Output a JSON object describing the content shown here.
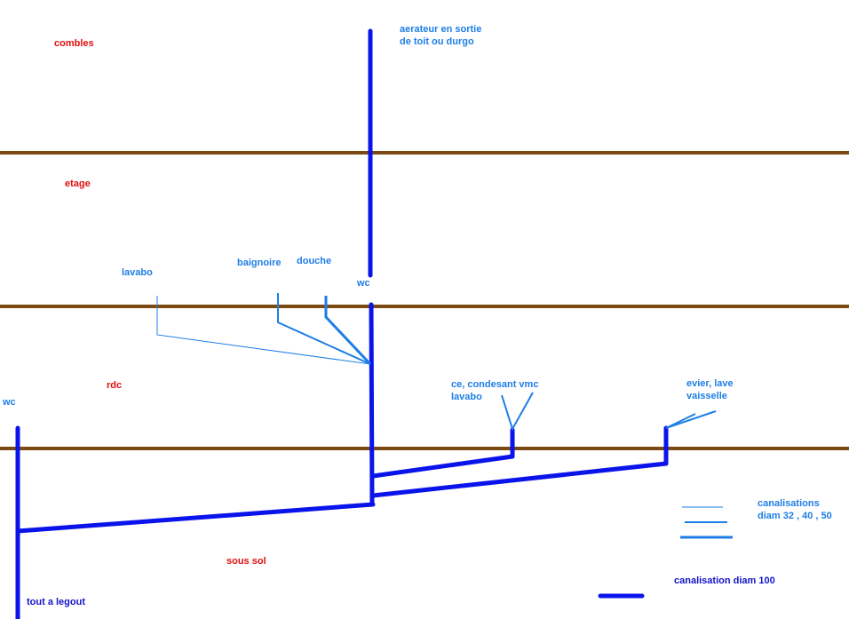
{
  "floors": {
    "combles": "combles",
    "etage": "etage",
    "rdc": "rdc",
    "sous_sol": "sous sol"
  },
  "fixtures": {
    "aerateur": [
      "aerateur en sortie",
      "de toit ou durgo"
    ],
    "lavabo": "lavabo",
    "baignoire": "baignoire",
    "douche": "douche",
    "wc_etage": "wc",
    "wc_rdc": "wc",
    "ce": [
      "ce, condesant vmc",
      "lavabo"
    ],
    "evier": [
      "evier, lave",
      "vaisselle"
    ],
    "egout": "tout  a legout"
  },
  "legend": {
    "small": [
      "canalisations",
      "diam 32 , 40 , 50"
    ],
    "large": "canalisation diam 100"
  },
  "colors": {
    "floor": "#7b4a12",
    "pipe_100": "#0a14ea",
    "pipe_small": "#1e7ee6",
    "room_label": "#e01010"
  }
}
